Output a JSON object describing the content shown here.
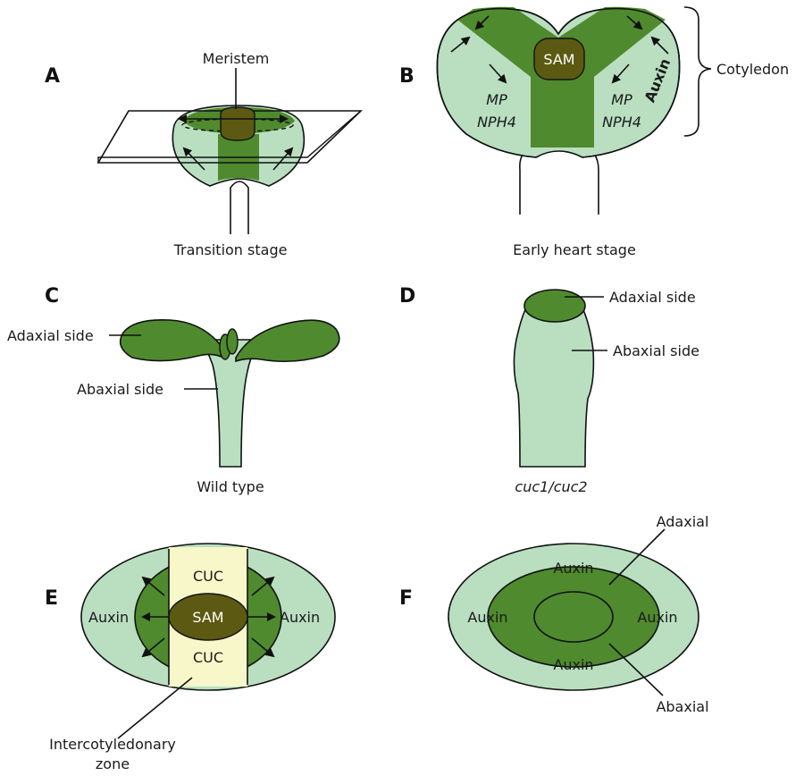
{
  "colors": {
    "light_green": "#b9dfc0",
    "dark_green": "#4f8a2e",
    "meristem_brown": "#5c5a12",
    "cuc_cream": "#f7f7c9",
    "outline": "#111111"
  },
  "panels": {
    "A": {
      "letter": "A",
      "meristem_label": "Meristem",
      "caption": "Transition stage"
    },
    "B": {
      "letter": "B",
      "sam_label": "SAM",
      "left_gene1": "MP",
      "left_gene2": "NPH4",
      "right_gene1": "MP",
      "right_gene2": "NPH4",
      "auxin_label": "Auxin",
      "cotyledon_label": "Cotyledon",
      "caption": "Early heart stage"
    },
    "C": {
      "letter": "C",
      "adaxial_label": "Adaxial side",
      "abaxial_label": "Abaxial side",
      "caption": "Wild type"
    },
    "D": {
      "letter": "D",
      "adaxial_label": "Adaxial side",
      "abaxial_label": "Abaxial side",
      "caption": "cuc1/cuc2"
    },
    "E": {
      "letter": "E",
      "cuc_top": "CUC",
      "cuc_bottom": "CUC",
      "sam_label": "SAM",
      "auxin_left": "Auxin",
      "auxin_right": "Auxin",
      "zone_label_line1": "Intercotyledonary",
      "zone_label_line2": "zone"
    },
    "F": {
      "letter": "F",
      "auxin_top": "Auxin",
      "auxin_left": "Auxin",
      "auxin_right": "Auxin",
      "auxin_bottom": "Auxin",
      "adaxial_label": "Adaxial",
      "abaxial_label": "Abaxial"
    }
  }
}
